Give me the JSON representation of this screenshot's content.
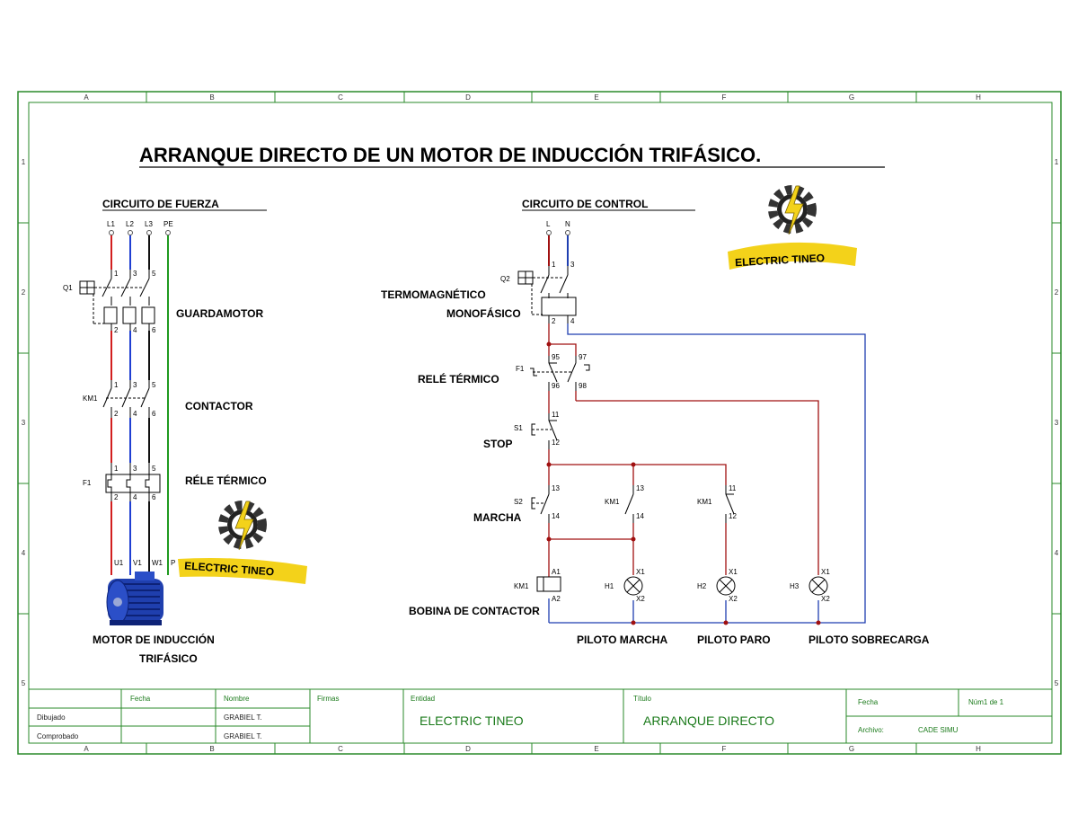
{
  "title": "ARRANQUE DIRECTO DE UN MOTOR   DE INDUCCIÓN TRIFÁSICO.",
  "sections": {
    "power": "CIRCUITO DE FUERZA",
    "control": "CIRCUITO DE CONTROL"
  },
  "frame": {
    "columns": [
      "A",
      "B",
      "C",
      "D",
      "E",
      "F",
      "G",
      "H"
    ],
    "rows": [
      "1",
      "2",
      "3",
      "4",
      "5"
    ]
  },
  "power": {
    "lines": [
      "L1",
      "L2",
      "L3",
      "PE"
    ],
    "q1": "Q1",
    "km1": "KM1",
    "f1": "F1",
    "top_terminals": [
      "1",
      "3",
      "5"
    ],
    "bottom_terminals": [
      "2",
      "4",
      "6"
    ],
    "motor_terminals": [
      "U1",
      "V1",
      "W1",
      "P"
    ],
    "guardamotor": "GUARDAMOTOR",
    "contactor": "CONTACTOR",
    "rele": "RÉLE TÉRMICO",
    "motor_line1": "MOTOR DE INDUCCIÓN",
    "motor_line2": "TRIFÁSICO"
  },
  "control": {
    "l": "L",
    "n": "N",
    "q2": "Q2",
    "q2_top": [
      "1",
      "3"
    ],
    "q2_bottom": [
      "2",
      "4"
    ],
    "termo1": "TERMOMAGNÉTICO",
    "termo2": "MONOFÁSICO",
    "f1": "F1",
    "f1_terms": [
      "95",
      "96",
      "97",
      "98"
    ],
    "rele": "RELÉ TÉRMICO",
    "s1": "S1",
    "s1_terms": [
      "11",
      "12"
    ],
    "stop": "STOP",
    "s2": "S2",
    "s2_terms": [
      "13",
      "14"
    ],
    "marcha": "MARCHA",
    "km1_aux": "KM1",
    "km1_aux_terms": [
      "13",
      "14"
    ],
    "km1_nc": "KM1",
    "km1_nc_terms": [
      "11",
      "12"
    ],
    "coil": "KM1",
    "coil_terms": [
      "A1",
      "A2"
    ],
    "bobina": "BOBINA DE CONTACTOR",
    "lamps": [
      "H1",
      "H2",
      "H3"
    ],
    "lamp_terms": [
      "X1",
      "X2"
    ],
    "piloto_marcha": "PILOTO MARCHA",
    "piloto_paro": "PILOTO PARO",
    "piloto_sobrecarga": "PILOTO SOBRECARGA"
  },
  "logo": {
    "text": "ELECTRIC TINEO"
  },
  "title_block": {
    "fecha": "Fecha",
    "nombre": "Nombre",
    "firmas": "Firmas",
    "entidad": "Entidad",
    "titulo": "Título",
    "dibujado": "Dibujado",
    "comprobado": "Comprobado",
    "nombre1": "GRABIEL T.",
    "nombre2": "GRABIEL T.",
    "entidad_val": "ELECTRIC TINEO",
    "titulo_val": "ARRANQUE DIRECTO",
    "fecha2": "Fecha",
    "num": "Núm1 de 1",
    "archivo": "Archivo:",
    "archivo_val": "CADE SIMU"
  },
  "colors": {
    "frame": "#2a8a2a",
    "l1": "#d21f1f",
    "l2": "#1f3fd2",
    "l3": "#111111",
    "pe": "#1f9a1f",
    "ctrl_red": "#a01010",
    "ctrl_blue": "#1f3fb0",
    "logo_yellow": "#f3d21a"
  }
}
